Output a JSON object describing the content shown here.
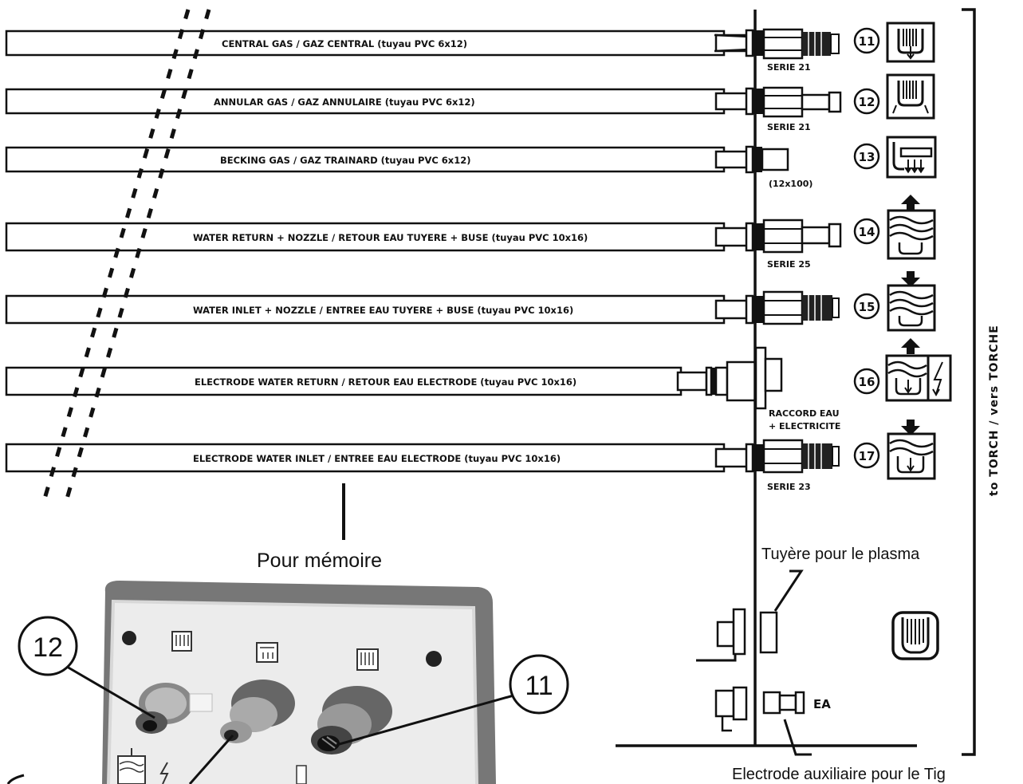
{
  "hoses": [
    {
      "label": "CENTRAL GAS   /   GAZ CENTRAL (tuyau PVC 6x12)",
      "number": "11",
      "connector": "SERIE 21"
    },
    {
      "label": "ANNULAR GAS   /   GAZ ANNULAIRE (tuyau PVC 6x12)",
      "number": "12",
      "connector": "SERIE 21"
    },
    {
      "label": "BECKING GAS   /   GAZ TRAINARD (tuyau PVC 6x12)",
      "number": "13",
      "connector": "(12x100)"
    },
    {
      "label": "WATER RETURN + NOZZLE  /   RETOUR EAU TUYERE + BUSE (tuyau PVC 10x16)",
      "number": "14",
      "connector": "SERIE 25"
    },
    {
      "label": "WATER INLET + NOZZLE  /  ENTREE EAU TUYERE + BUSE (tuyau PVC 10x16)",
      "number": "15",
      "connector": ""
    },
    {
      "label": "ELECTRODE WATER RETURN / RETOUR EAU ELECTRODE (tuyau PVC 10x16)",
      "number": "16",
      "connector": ""
    },
    {
      "label": "ELECTRODE WATER INLET /  ENTREE EAU  ELECTRODE (tuyau PVC 10x16)",
      "number": "17",
      "connector": "SERIE 23"
    }
  ],
  "raccord": {
    "line1": "RACCORD EAU",
    "line2": "+ ELECTRICITE"
  },
  "torch_label": "to TORCH  /  vers TORCHE",
  "pour_memoire": "Pour mémoire",
  "tuyere_label": "Tuyère pour le plasma",
  "ea_label": "EA",
  "electrode_label": "Electrode auxiliaire pour le Tig",
  "photo_callouts": [
    "12",
    "11"
  ]
}
